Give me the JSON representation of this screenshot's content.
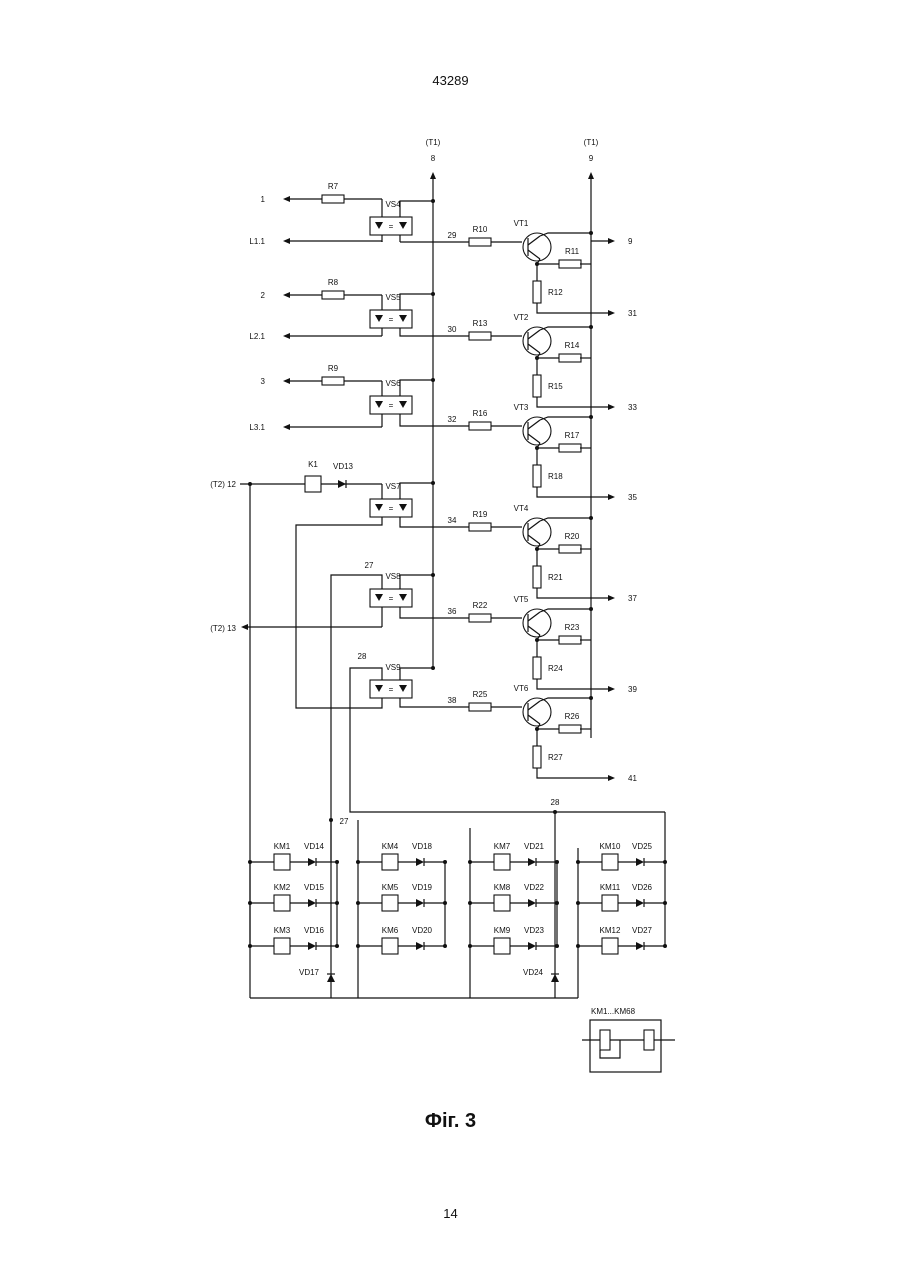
{
  "header": {
    "document_number": "43289"
  },
  "footer": {
    "page_number": "14"
  },
  "caption": "Фіг. 3",
  "rails": [
    {
      "top": "(Т1)",
      "num": "8"
    },
    {
      "top": "(Т1)",
      "num": "9"
    }
  ],
  "left_terminals": [
    "1",
    "L1.1",
    "2",
    "L2.1",
    "3",
    "L3.1",
    "(Т2) 12",
    "(Т2) 13"
  ],
  "optocouplers": [
    "VS4",
    "VS5",
    "VS6",
    "VS7",
    "VS8",
    "VS9"
  ],
  "left_resistors": [
    "R7",
    "R8",
    "R9"
  ],
  "k1": {
    "relay": "K1",
    "diode": "VD13"
  },
  "node_labels": {
    "n27a": "27",
    "n28a": "28",
    "n27b": "27",
    "n28b": "28"
  },
  "stages": [
    {
      "node": "29",
      "rb": "R10",
      "vt": "VT1",
      "rc": "R11",
      "re": "R12",
      "out": "31",
      "top_out": "9"
    },
    {
      "node": "30",
      "rb": "R13",
      "vt": "VT2",
      "rc": "R14",
      "re": "R15",
      "out": "33"
    },
    {
      "node": "32",
      "rb": "R16",
      "vt": "VT3",
      "rc": "R17",
      "re": "R18",
      "out": "35"
    },
    {
      "node": "34",
      "rb": "R19",
      "vt": "VT4",
      "rc": "R20",
      "re": "R21",
      "out": "37"
    },
    {
      "node": "36",
      "rb": "R22",
      "vt": "VT5",
      "rc": "R23",
      "re": "R24",
      "out": "39"
    },
    {
      "node": "38",
      "rb": "R25",
      "vt": "VT6",
      "rc": "R26",
      "re": "R27",
      "out": "41"
    }
  ],
  "relay_groups": [
    {
      "relays": [
        "KM1",
        "KM2",
        "KM3"
      ],
      "diodes": [
        "VD14",
        "VD15",
        "VD16"
      ],
      "extra_diode": "VD17"
    },
    {
      "relays": [
        "KM4",
        "KM5",
        "KM6"
      ],
      "diodes": [
        "VD18",
        "VD19",
        "VD20"
      ]
    },
    {
      "relays": [
        "KM7",
        "KM8",
        "KM9"
      ],
      "diodes": [
        "VD21",
        "VD22",
        "VD23"
      ],
      "extra_diode": "VD24"
    },
    {
      "relays": [
        "KM10",
        "KM11",
        "KM12"
      ],
      "diodes": [
        "VD25",
        "VD26",
        "VD27"
      ]
    }
  ],
  "legend": {
    "label": "KM1...KM68"
  }
}
